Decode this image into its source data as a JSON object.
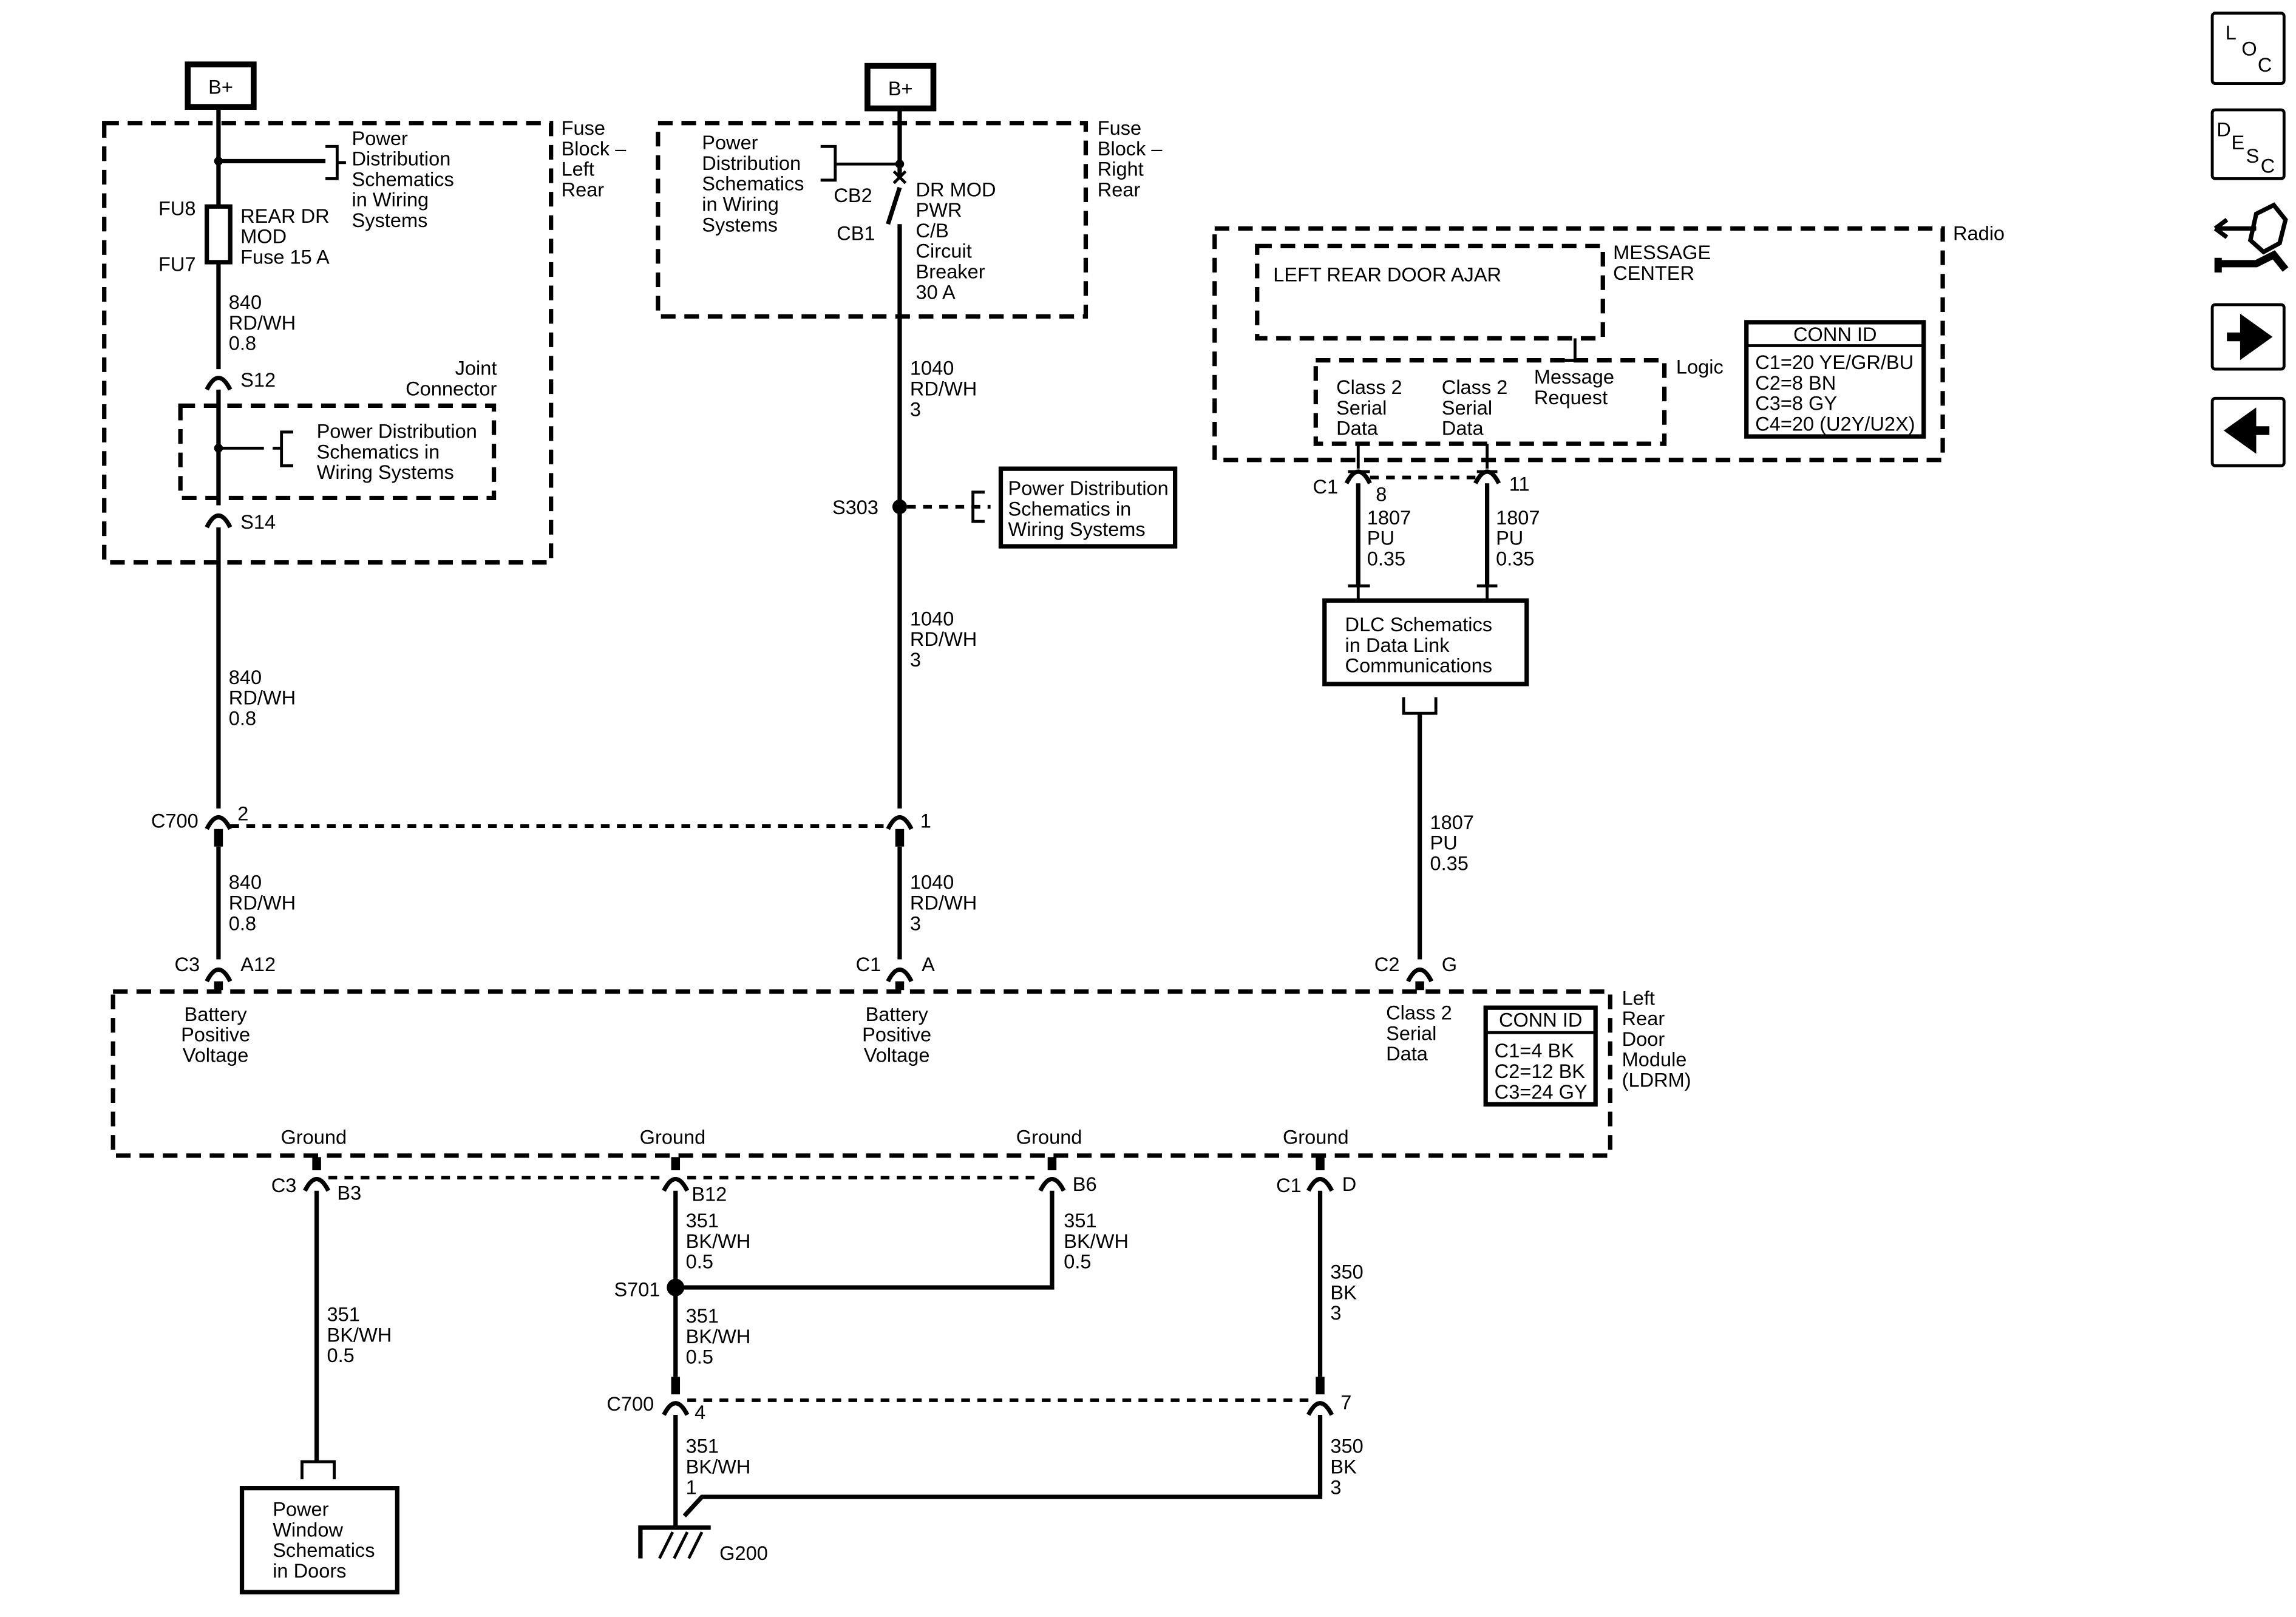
{
  "nav": {
    "loc_letters": [
      "L",
      "O",
      "C"
    ],
    "desc_letters": [
      "D",
      "E",
      "S",
      "C"
    ]
  },
  "top": {
    "bplus_left": "B+",
    "bplus_right": "B+"
  },
  "fuse_left": {
    "title": [
      "Fuse",
      "Block –",
      "Left",
      "Rear"
    ],
    "pdsw": [
      "Power",
      "Distribution",
      "Schematics",
      "in Wiring",
      "Systems"
    ],
    "fu8": "FU8",
    "fu7": "FU7",
    "fuse": [
      "REAR DR",
      "MOD",
      "Fuse 15 A"
    ],
    "wire1": [
      "840",
      "RD/WH",
      "0.8"
    ],
    "s12": "S12",
    "s14": "S14",
    "joint": [
      "Joint",
      "Connector"
    ],
    "pdsw2": [
      "Power Distribution",
      "Schematics in",
      "Wiring Systems"
    ]
  },
  "fuse_right": {
    "title": [
      "Fuse",
      "Block –",
      "Right",
      "Rear"
    ],
    "pdsw": [
      "Power",
      "Distribution",
      "Schematics",
      "in Wiring",
      "Systems"
    ],
    "cb2": "CB2",
    "cb1": "CB1",
    "breaker": [
      "DR MOD",
      "PWR",
      "C/B",
      "Circuit",
      "Breaker",
      "30 A"
    ]
  },
  "mid_left": {
    "wire2": [
      "840",
      "RD/WH",
      "0.8"
    ],
    "c700": "C700",
    "pin2": "2",
    "wire3": [
      "840",
      "RD/WH",
      "0.8"
    ],
    "c3": "C3",
    "a12": "A12"
  },
  "mid_right": {
    "wire1": [
      "1040",
      "RD/WH",
      "3"
    ],
    "s303": "S303",
    "pdsw3": [
      "Power Distribution",
      "Schematics in",
      "Wiring Systems"
    ],
    "wire2": [
      "1040",
      "RD/WH",
      "3"
    ],
    "pin1": "1",
    "wire3": [
      "1040",
      "RD/WH",
      "3"
    ],
    "c1": "C1",
    "pin_a": "A"
  },
  "radio": {
    "title": "Radio",
    "msg_center": [
      "MESSAGE",
      "CENTER"
    ],
    "door_ajar": "LEFT REAR DOOR AJAR",
    "logic": "Logic",
    "serial1": [
      "Class 2",
      "Serial",
      "Data"
    ],
    "serial2": [
      "Class 2",
      "Serial",
      "Data"
    ],
    "msg_request": [
      "Message",
      "Request"
    ],
    "conn_title": "CONN ID",
    "conn": [
      "C1=20 YE/GR/BU",
      "C2=8 BN",
      "C3=8 GY",
      "C4=20 (U2Y/U2X)"
    ],
    "c1": "C1",
    "pin8": "8",
    "pin11": "11",
    "wire_a": [
      "1807",
      "PU",
      "0.35"
    ],
    "wire_b": [
      "1807",
      "PU",
      "0.35"
    ],
    "dlc": [
      "DLC Schematics",
      "in Data Link",
      "Communications"
    ],
    "wire_c": [
      "1807",
      "PU",
      "0.35"
    ],
    "c2": "C2",
    "pin_g": "G"
  },
  "ldrm": {
    "title": [
      "Left",
      "Rear",
      "Door",
      "Module",
      "(LDRM)"
    ],
    "bpv1": [
      "Battery",
      "Positive",
      "Voltage"
    ],
    "bpv2": [
      "Battery",
      "Positive",
      "Voltage"
    ],
    "serial": [
      "Class 2",
      "Serial",
      "Data"
    ],
    "conn_title": "CONN ID",
    "conn": [
      "C1=4 BK",
      "C2=12 BK",
      "C3=24 GY"
    ],
    "grounds": [
      "Ground",
      "Ground",
      "Ground",
      "Ground"
    ]
  },
  "bottom": {
    "c3": "C3",
    "b3": "B3",
    "b12": "B12",
    "b6": "B6",
    "c1": "C1",
    "d": "D",
    "wire_b12": [
      "351",
      "BK/WH",
      "0.5"
    ],
    "wire_b6": [
      "351",
      "BK/WH",
      "0.5"
    ],
    "s701": "S701",
    "wire_s701": [
      "351",
      "BK/WH",
      "0.5"
    ],
    "wire_b3": [
      "351",
      "BK/WH",
      "0.5"
    ],
    "wire_d": [
      "350",
      "BK",
      "3"
    ],
    "c700": "C700",
    "pin4": "4",
    "pin7": "7",
    "wire_g1": [
      "351",
      "BK/WH",
      "1"
    ],
    "wire_g2": [
      "350",
      "BK",
      "3"
    ],
    "g200": "G200",
    "pws": [
      "Power",
      "Window",
      "Schematics",
      "in Doors"
    ]
  }
}
